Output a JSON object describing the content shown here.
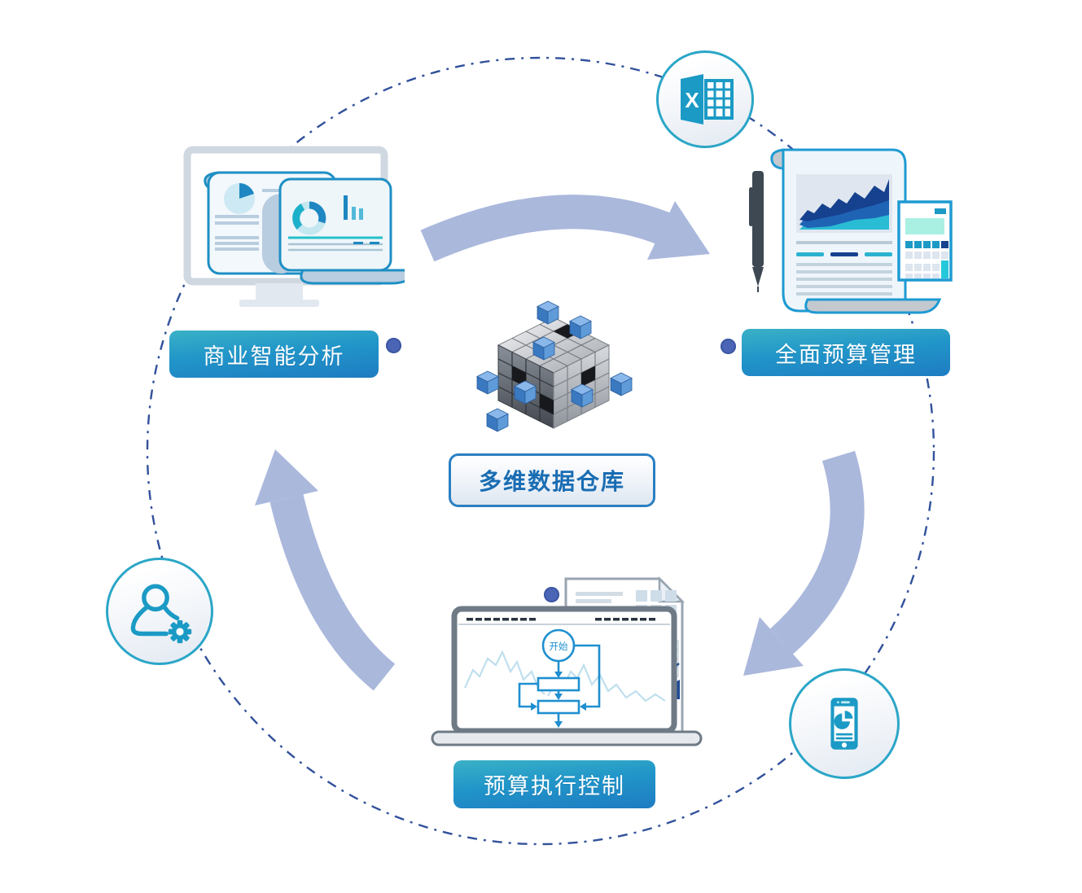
{
  "nodes": {
    "bi": {
      "label": "商业智能分析"
    },
    "budget": {
      "label": "全面预算管理"
    },
    "control": {
      "label": "预算执行控制"
    },
    "center": {
      "label": "多维数据仓库"
    }
  },
  "laptop": {
    "flow_start_label": "开始"
  },
  "excel_icon": {
    "letter": "X"
  },
  "icons": [
    "excel-icon",
    "monitor-analytics-icon",
    "budget-report-icon",
    "data-cube-icon",
    "laptop-flowchart-icon",
    "mobile-pie-icon",
    "user-gear-icon"
  ],
  "colors": {
    "node_gradient_top": "#3ab1c6",
    "node_gradient_bottom": "#1e7cc2",
    "center_border": "#2b7fc1",
    "center_text": "#1a6db3",
    "accent_teal": "#1b9ac5",
    "arrow": "#aab8dc",
    "dashed_ring": "#31519b",
    "dot": "#4a65b5",
    "navy": "#16418f"
  }
}
